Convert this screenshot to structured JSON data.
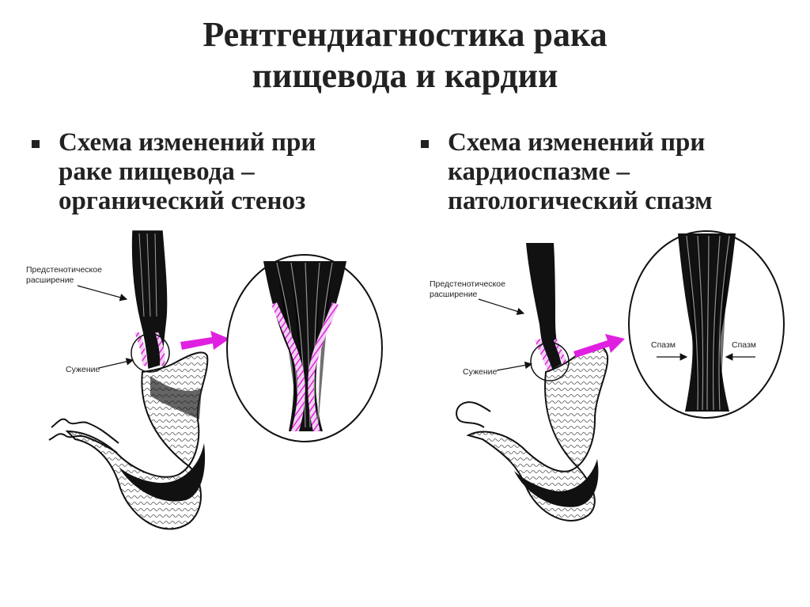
{
  "title": {
    "line1": "Рентгендиагностика рака",
    "line2": "пищевода и кардии"
  },
  "left": {
    "bullet": [
      "Схема изменений  при",
      "раке пищевода –",
      "органический стеноз"
    ],
    "label_dilation_1": "Предстенотическое",
    "label_dilation_2": "расширение",
    "label_narrowing": "Сужение"
  },
  "right": {
    "bullet": [
      "Схема изменений при",
      "кардиоспазме –",
      "патологический спазм"
    ],
    "label_dilation_1": "Предстенотическое",
    "label_dilation_2": "расширение",
    "label_narrowing": "Сужение",
    "label_spasm_left": "Спазм",
    "label_spasm_right": "Спазм"
  },
  "colors": {
    "highlight": "#e020e0",
    "arrow": "#e020e0",
    "ink": "#111111"
  }
}
